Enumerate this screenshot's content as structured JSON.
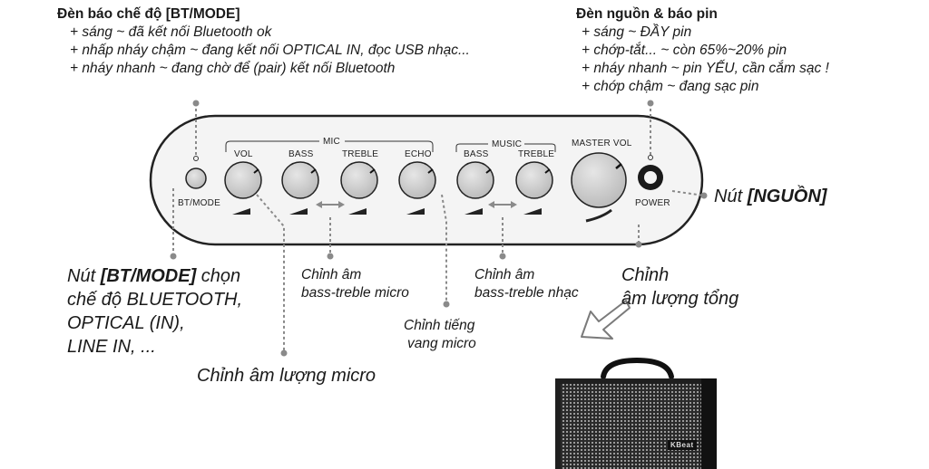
{
  "btmode_indicator": {
    "title": "Đèn báo chế độ [BT/MODE]",
    "lines": [
      "+ sáng ~ đã kết nối Bluetooth ok",
      "+ nhấp nháy chậm ~ đang kết nối OPTICAL IN, đọc USB nhạc...",
      "+ nháy nhanh ~ đang chờ để (pair) kết nối Bluetooth"
    ]
  },
  "power_indicator": {
    "title": "Đèn nguồn & báo pin",
    "lines": [
      "+ sáng ~ ĐẦY pin",
      "+ chớp-tắt... ~ còn 65%~20% pin",
      "+ nháy nhanh ~ pin YẾU, cần cắm sạc !",
      "+ chớp chậm ~ đang sạc pin"
    ]
  },
  "panel": {
    "mic_group": "MIC",
    "music_group": "MUSIC",
    "labels": {
      "vol": "VOL",
      "bass": "BASS",
      "treble": "TREBLE",
      "echo": "ECHO",
      "music_bass": "BASS",
      "music_treble": "TREBLE",
      "master_vol": "MASTER VOL",
      "btmode": "BT/MODE",
      "power": "POWER"
    }
  },
  "callouts": {
    "btmode_button": {
      "line1_pre": "Nút ",
      "line1_bold": "[BT/MODE]",
      "line1_post": " chọn",
      "line2": "chế độ BLUETOOTH,",
      "line3": "OPTICAL (IN),",
      "line4": "LINE IN, ..."
    },
    "mic_volume": "Chỉnh âm lượng micro",
    "mic_bass_treble": {
      "line1": "Chỉnh âm",
      "line2": "bass-treble micro"
    },
    "mic_echo": {
      "line1": "Chỉnh tiếng",
      "line2": "vang micro"
    },
    "music_bass_treble": {
      "line1": "Chỉnh âm",
      "line2": "bass-treble nhạc"
    },
    "master_volume": {
      "line1": "Chỉnh",
      "line2": "âm lượng tổng"
    },
    "power_button": {
      "pre": "Nút ",
      "bold": "[NGUỒN]"
    }
  },
  "speaker": {
    "brand": "KBeat"
  },
  "colors": {
    "panel_fill": "#f4f4f4",
    "knob_fill": "#d0d0d0",
    "leader": "#8a8a8a",
    "text": "#1a1a1a"
  }
}
